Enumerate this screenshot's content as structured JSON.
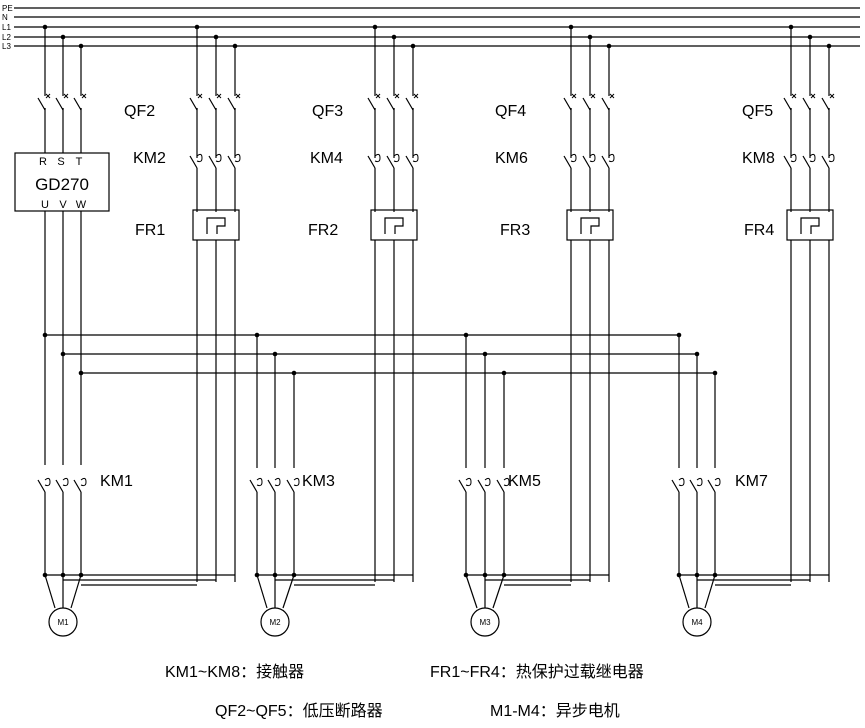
{
  "bus_labels": [
    "PE",
    "N",
    "L1",
    "L2",
    "L3"
  ],
  "vfd": {
    "name": "GD270",
    "inputs": [
      "R",
      "S",
      "T"
    ],
    "outputs": [
      "U",
      "V",
      "W"
    ]
  },
  "branches": [
    {
      "breaker": "QF2",
      "contactor": "KM2",
      "relay": "FR1"
    },
    {
      "breaker": "QF3",
      "contactor": "KM4",
      "relay": "FR2"
    },
    {
      "breaker": "QF4",
      "contactor": "KM6",
      "relay": "FR3"
    },
    {
      "breaker": "QF5",
      "contactor": "KM8",
      "relay": "FR4"
    }
  ],
  "vfd_contactors": [
    "KM1",
    "KM3",
    "KM5",
    "KM7"
  ],
  "motors": [
    "M1",
    "M2",
    "M3",
    "M4"
  ],
  "legend": {
    "km": "KM1~KM8：接触器",
    "fr": "FR1~FR4：热保护过载继电器",
    "qf": "QF2~QF5：低压断路器",
    "m": "M1-M4：异步电机"
  }
}
